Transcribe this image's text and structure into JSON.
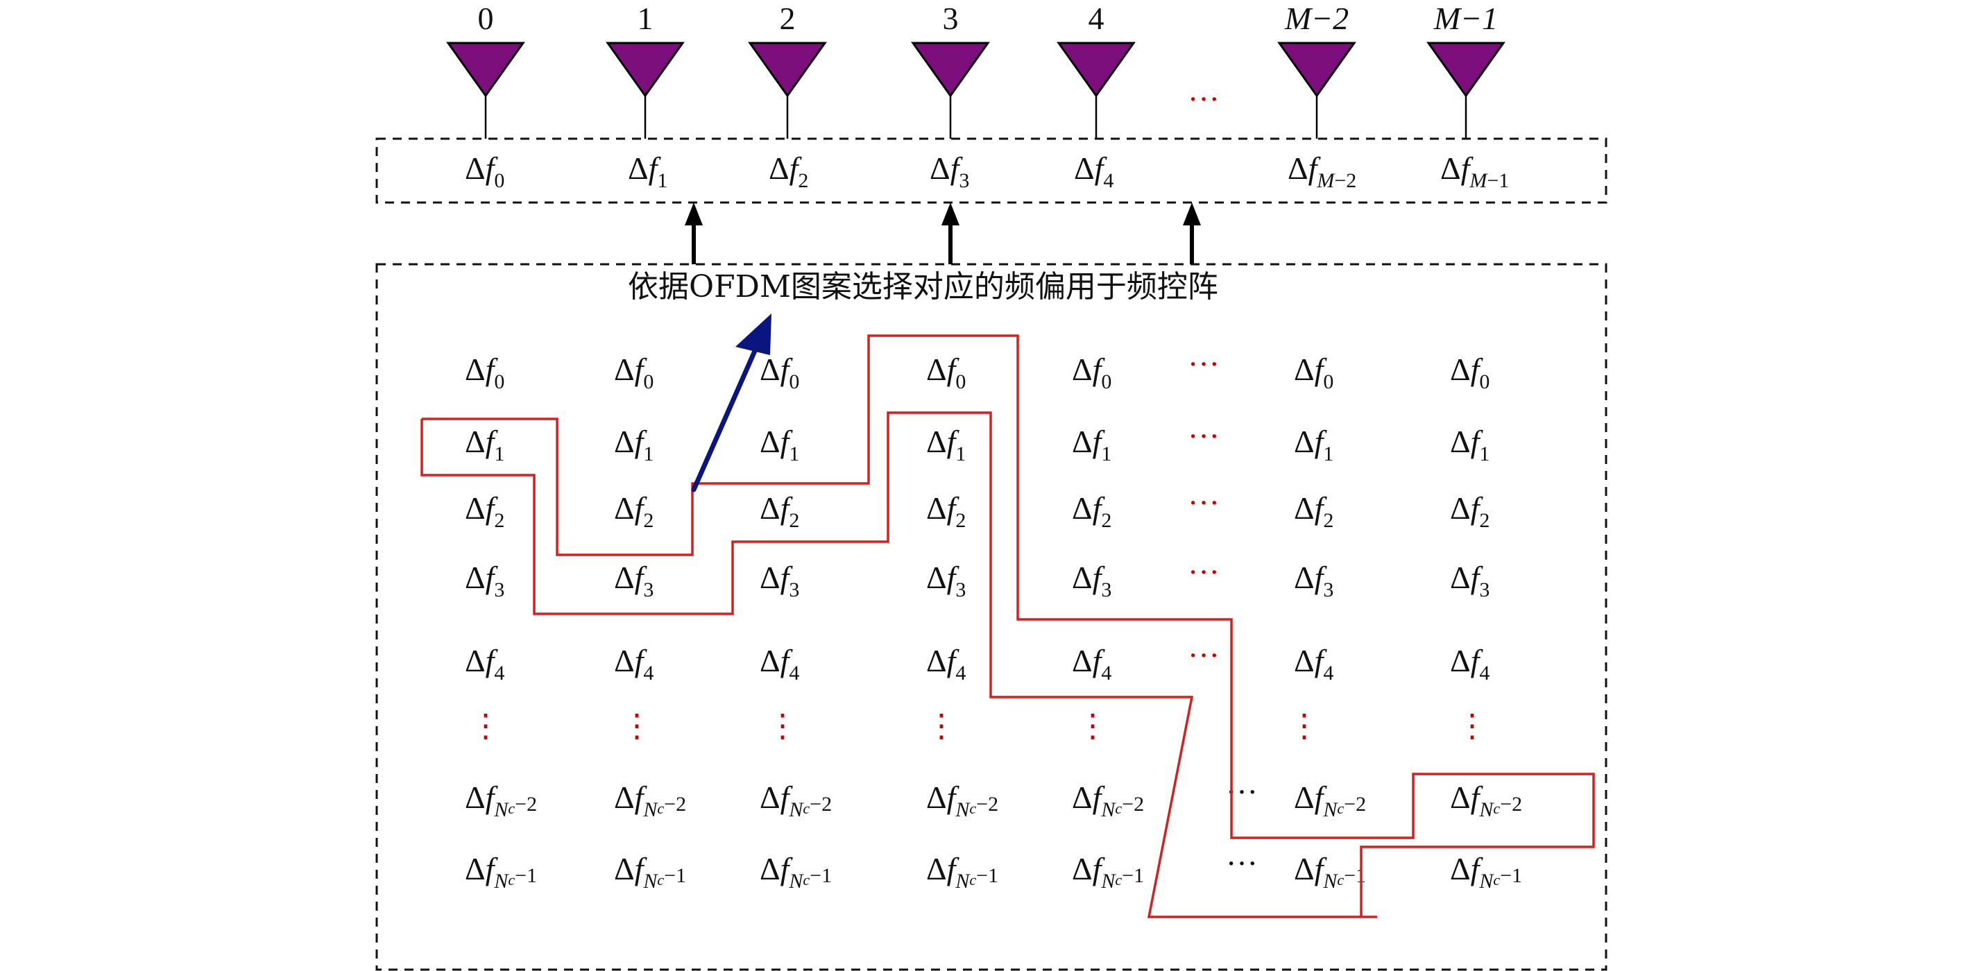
{
  "antennas": {
    "indices": [
      "0",
      "1",
      "2",
      "3",
      "4",
      "M−2",
      "M−1"
    ],
    "ellipsis": "···",
    "color": "#7d0f7d"
  },
  "array_offsets": {
    "symbol": "Δf",
    "subscripts": [
      "0",
      "1",
      "2",
      "3",
      "4",
      "M−2",
      "M−1"
    ]
  },
  "caption": "依据OFDM图案选择对应的频偏用于频控阵",
  "grid": {
    "symbol": "Δf",
    "row_subscripts": [
      "0",
      "1",
      "2",
      "3",
      "4",
      "N",
      "N"
    ],
    "row_suffix": [
      "",
      "",
      "",
      "",
      "",
      "−2",
      "−1"
    ],
    "row_sub_sub": [
      "",
      "",
      "",
      "",
      "",
      "c",
      "c"
    ],
    "vertical_ellipsis": "⋮",
    "horizontal_ellipsis": "···"
  },
  "colors": {
    "pattern_line": "#d42020",
    "selector_arrow": "#0a1580",
    "feed_arrow": "#000000",
    "box_border": "#111111"
  }
}
